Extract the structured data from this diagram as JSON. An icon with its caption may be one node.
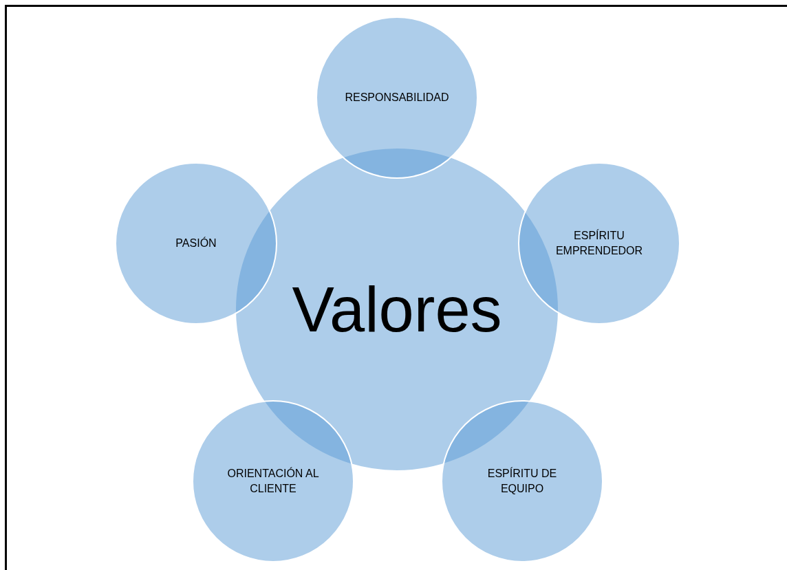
{
  "diagram": {
    "nodes": [
      {
        "text": [
          "Valores"
        ]
      },
      {
        "text": [
          "RESPONSABILIDAD"
        ]
      },
      {
        "text": [
          "ESPÍRITU EMPRENDEDOR"
        ]
      },
      {
        "text": [
          "ESPÍRITU DE EQUIPO"
        ]
      },
      {
        "text": [
          "ORIENTACIÓN AL CLIENTE"
        ]
      },
      {
        "text": [
          "PASIÓN"
        ]
      }
    ]
  }
}
